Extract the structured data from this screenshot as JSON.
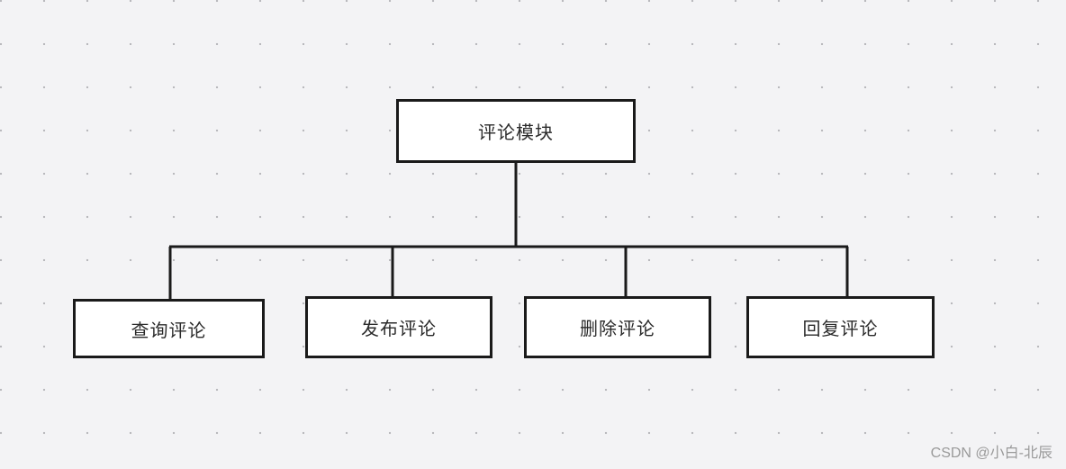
{
  "diagram": {
    "root": {
      "label": "评论模块"
    },
    "children": [
      {
        "label": "查询评论"
      },
      {
        "label": "发布评论"
      },
      {
        "label": "删除评论"
      },
      {
        "label": "回复评论"
      }
    ]
  },
  "watermark": "CSDN @小白-北辰",
  "colors": {
    "background": "#f3f3f5",
    "node_border": "#1a1a1a",
    "node_fill": "#ffffff",
    "connector": "#1a1a1a"
  }
}
